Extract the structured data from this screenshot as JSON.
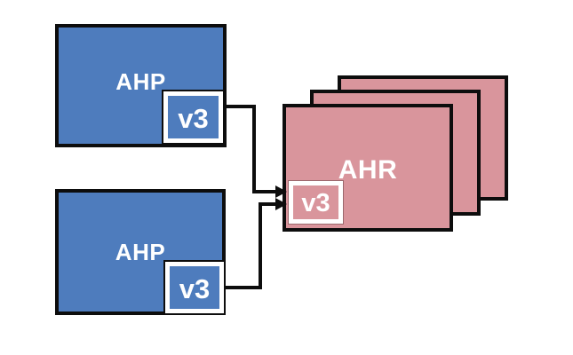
{
  "colors": {
    "background": "#ffffff",
    "blue": "#4E7CBD",
    "pink": "#D9959C",
    "outline": "#0d0d0d",
    "text": "#ffffff"
  },
  "nodes": {
    "ahp1": {
      "label": "AHP",
      "version": "v3"
    },
    "ahp2": {
      "label": "AHP",
      "version": "v3"
    },
    "ahr": {
      "label": "AHR",
      "version": "v3",
      "stack_count": 3
    }
  }
}
